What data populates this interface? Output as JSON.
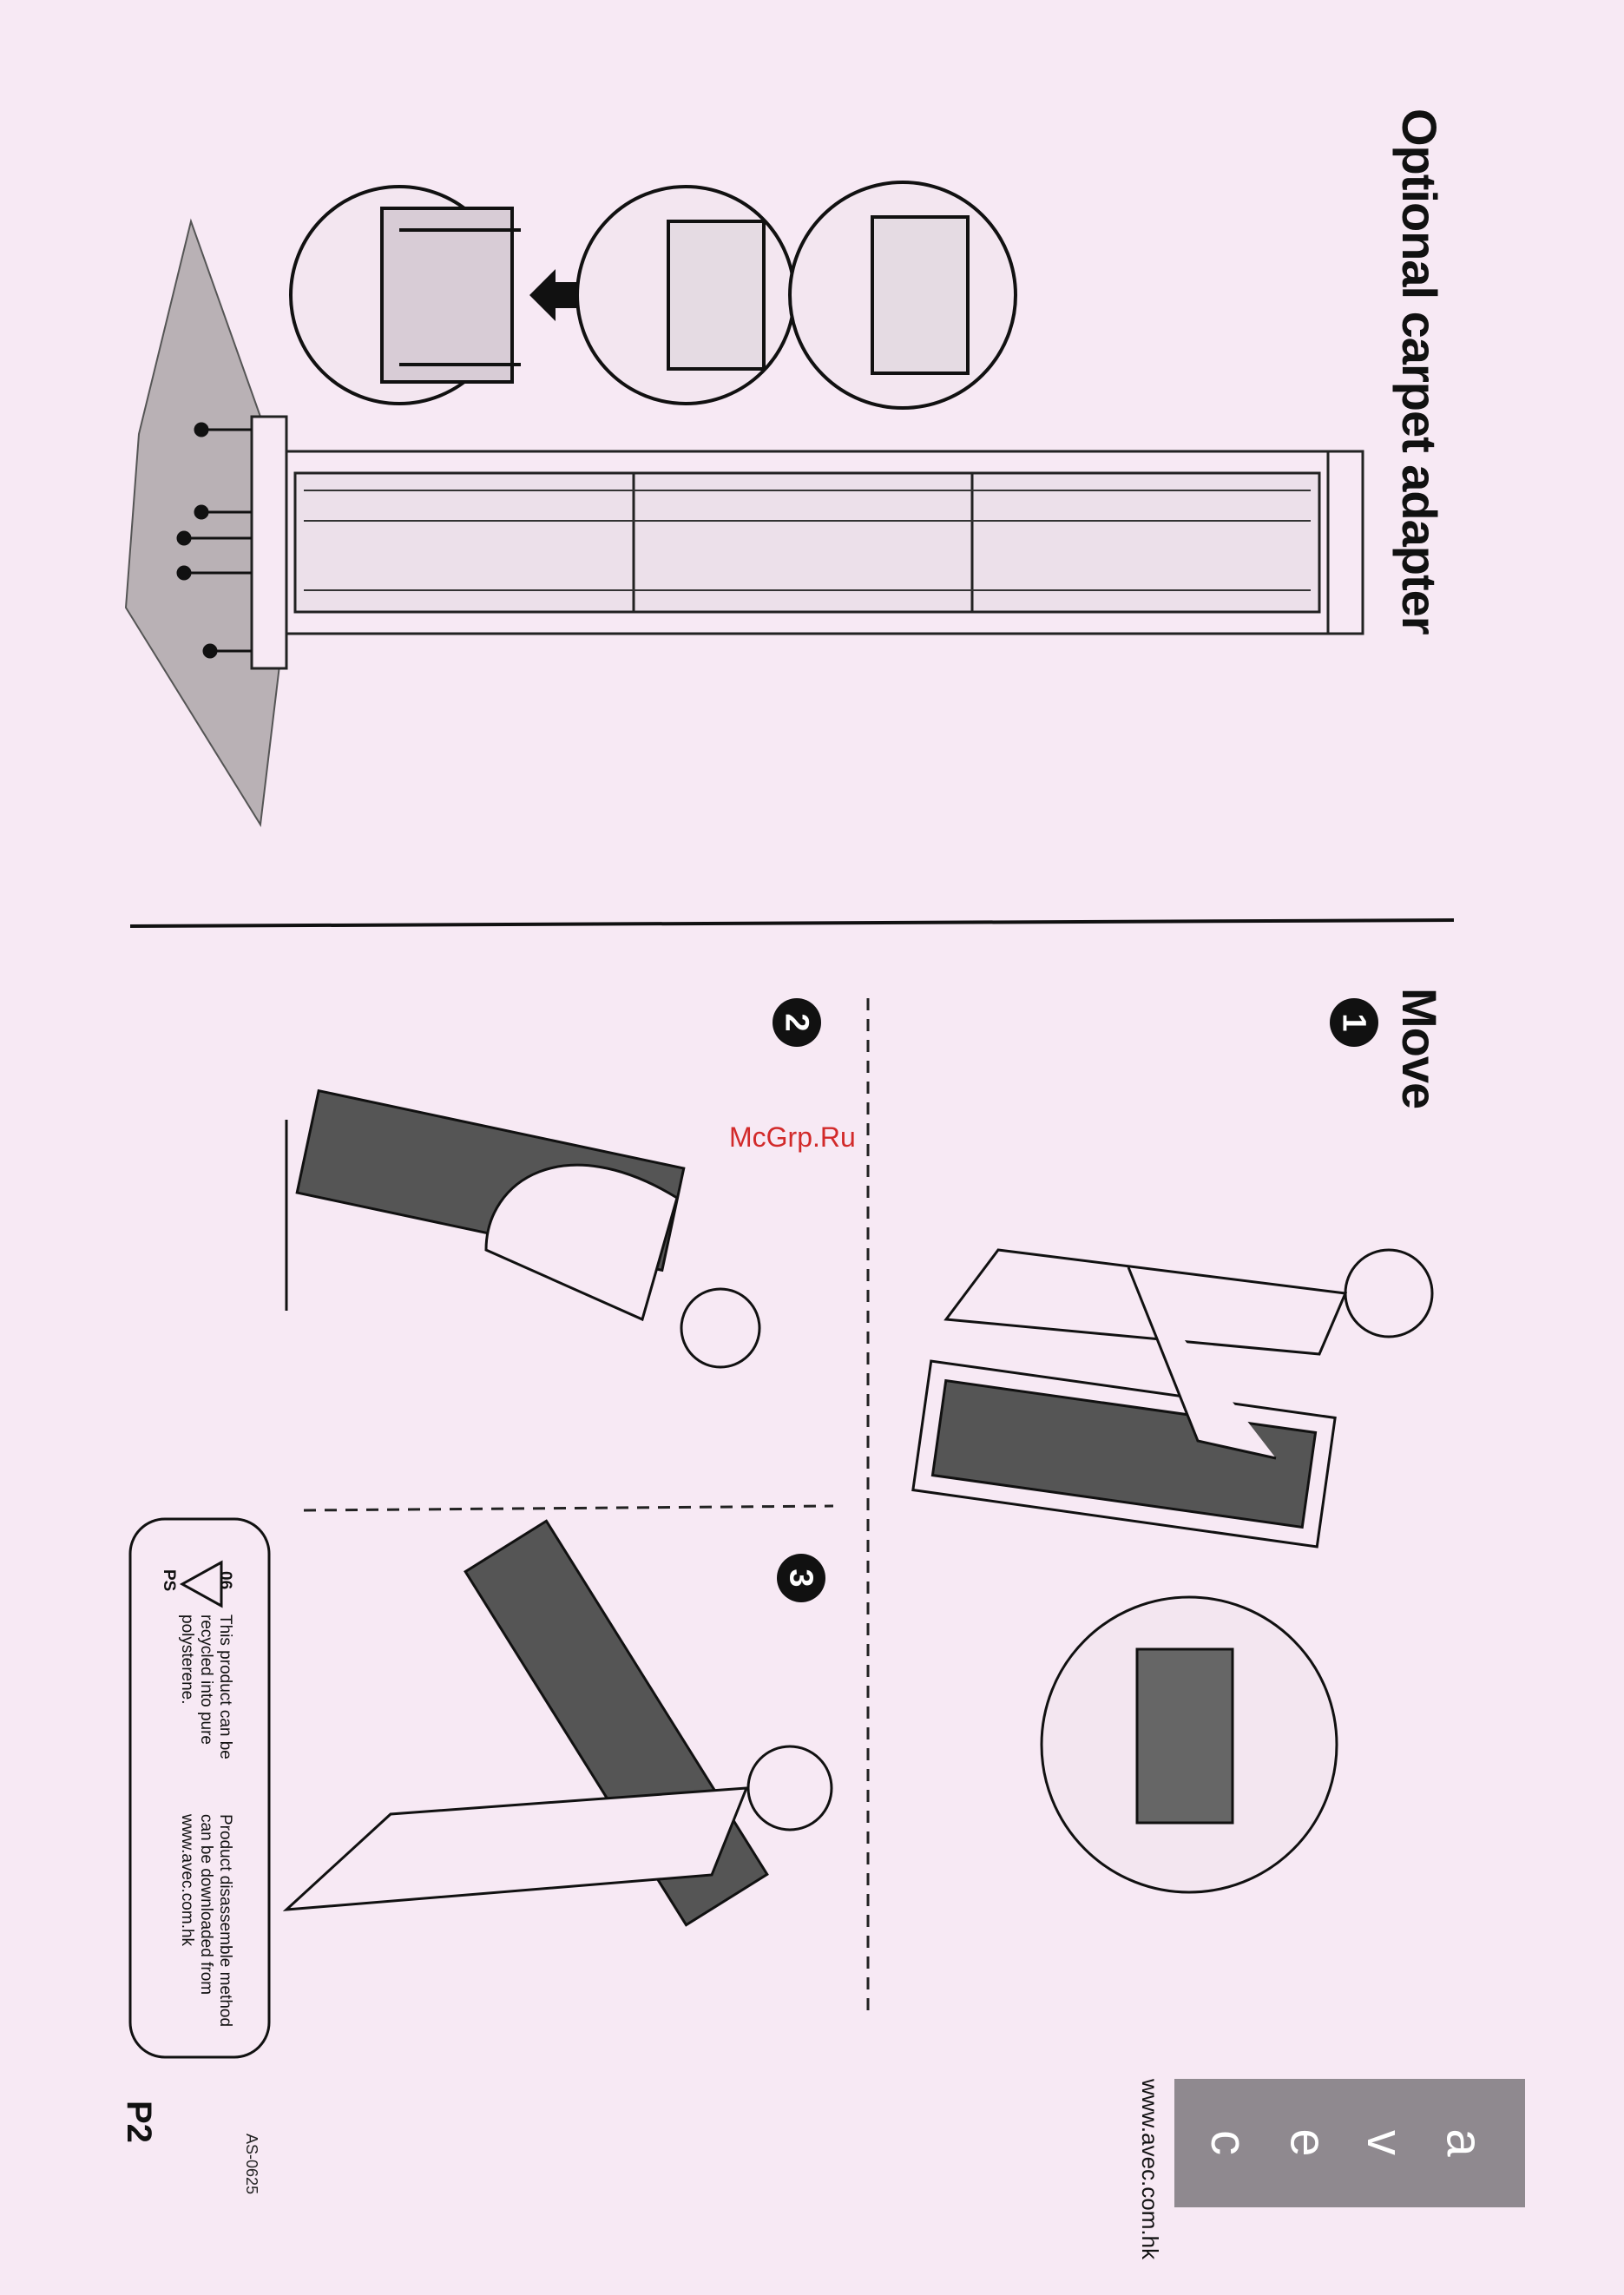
{
  "section_carpet": {
    "title": "Optional carpet adapter"
  },
  "section_move": {
    "title": "Move",
    "steps": [
      "1",
      "2",
      "3"
    ]
  },
  "recycle": {
    "symbol_number": "06",
    "symbol_code": "PS",
    "text_line1": "This product can be",
    "text_line2": "recycled into pure",
    "text_line3": "polysterene.",
    "text2_line1": "Product disassemble method",
    "text2_line2": "can be downloaded from",
    "text2_line3": "www.avec.com.hk"
  },
  "footer": {
    "page_label": "P2",
    "model": "AS-0625",
    "website": "www.avec.com.hk",
    "logo_letters": [
      "a",
      "v",
      "e",
      "c"
    ]
  },
  "watermark": "McGrp.Ru",
  "colors": {
    "paper": "#f7e9f4",
    "ink": "#111111",
    "logo_bg": "#8f898f",
    "watermark": "#d22a2a"
  }
}
